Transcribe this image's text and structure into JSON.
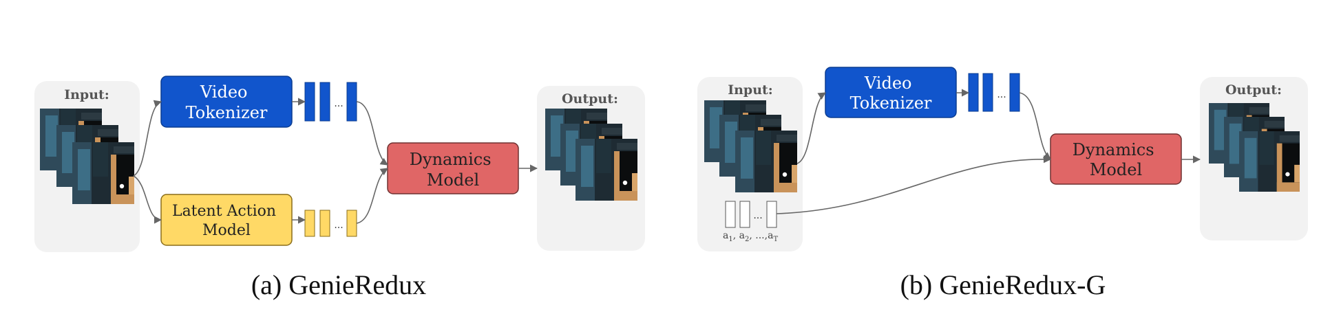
{
  "colors": {
    "panel_bg": "#f2f2f2",
    "tokenizer_fill": "#1155cc",
    "tokenizer_stroke": "#0b3d91",
    "latent_fill": "#ffd966",
    "latent_stroke": "#b8860b",
    "dynamics_fill": "#e06666",
    "dynamics_stroke": "#7a2e2e",
    "token_blue": "#1155cc",
    "token_yellow": "#ffd966",
    "arrow": "#666666"
  },
  "left": {
    "input_label": "Input:",
    "output_label": "Output:",
    "video_tokenizer": [
      "Video",
      "Tokenizer"
    ],
    "latent_action_model": [
      "Latent Action",
      "Model"
    ],
    "dynamics_model": [
      "Dynamics",
      "Model"
    ],
    "token_dots": "...",
    "caption": "(a) GenieRedux"
  },
  "right": {
    "input_label": "Input:",
    "output_label": "Output:",
    "video_tokenizer": [
      "Video",
      "Tokenizer"
    ],
    "dynamics_model": [
      "Dynamics",
      "Model"
    ],
    "token_dots": "...",
    "action_dots": "...",
    "action_labels": {
      "a1": "a",
      "sub1": "1",
      "a2": "a",
      "sub2": "2",
      "aT_prefix": "...,a",
      "subT": "T",
      "sep": ","
    },
    "caption": "(b) GenieRedux-G"
  },
  "icons": {
    "frame_stack": "game-frame-stack-icon",
    "token_bar": "token-bar-icon",
    "action_slot": "action-slot-icon",
    "arrow": "arrow-icon"
  }
}
